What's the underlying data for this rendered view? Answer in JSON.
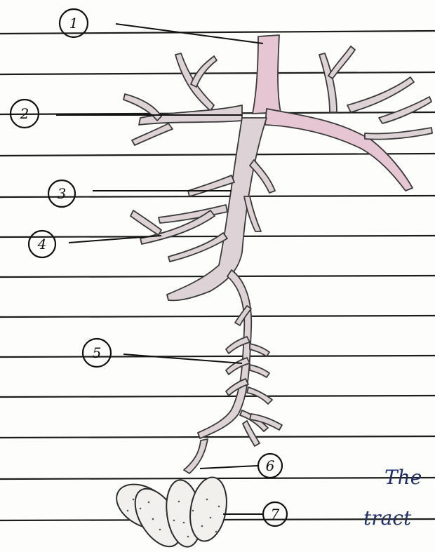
{
  "diagram": {
    "labels": [
      {
        "id": "1",
        "text": "1"
      },
      {
        "id": "2",
        "text": "2"
      },
      {
        "id": "3",
        "text": "3"
      },
      {
        "id": "4",
        "text": "4"
      },
      {
        "id": "5",
        "text": "5"
      },
      {
        "id": "6",
        "text": "6"
      },
      {
        "id": "7",
        "text": "7"
      }
    ],
    "side_note": {
      "line1": "The",
      "line2": "tract"
    }
  },
  "colors": {
    "paper": "#fdfdfb",
    "rule_lines": "#1c1c1c",
    "airway_fill": "#ddd2d6",
    "airway_highlight": "#e5c6d2",
    "ink_blue": "#1e2f6b"
  }
}
